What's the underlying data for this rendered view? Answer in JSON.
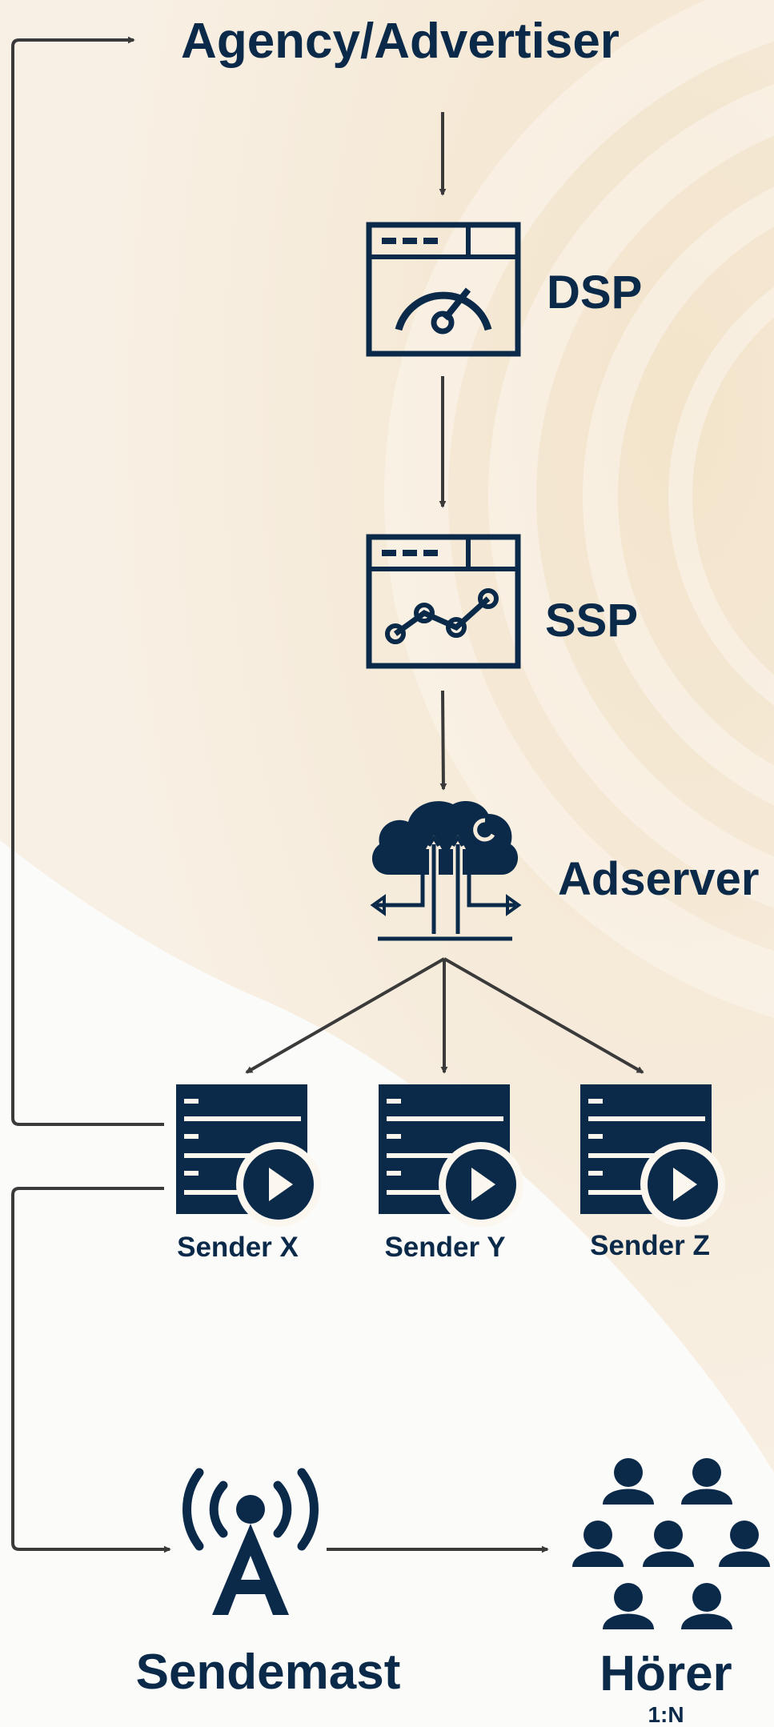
{
  "colors": {
    "ink": "#0b2a4a",
    "arrow": "#3a3a3a",
    "background_light": "#fbfbfa",
    "background_warm": "#f5ead8"
  },
  "nodes": {
    "agency": {
      "label": "Agency/Advertiser"
    },
    "dsp": {
      "label": "DSP",
      "icon": "dashboard-gauge-window-icon"
    },
    "ssp": {
      "label": "SSP",
      "icon": "line-graph-window-icon"
    },
    "adserver": {
      "label": "Adserver",
      "icon": "cloud-upload-arrows-icon"
    },
    "sender_x": {
      "label": "Sender X",
      "icon": "media-server-play-icon"
    },
    "sender_y": {
      "label": "Sender Y",
      "icon": "media-server-play-icon"
    },
    "sender_z": {
      "label": "Sender Z",
      "icon": "media-server-play-icon"
    },
    "sendemast": {
      "label": "Sendemast",
      "icon": "radio-tower-icon"
    },
    "hoerer": {
      "label": "Hörer",
      "sublabel": "1:N",
      "icon": "audience-group-icon"
    }
  },
  "edges": [
    {
      "from": "agency",
      "to": "dsp"
    },
    {
      "from": "dsp",
      "to": "ssp"
    },
    {
      "from": "ssp",
      "to": "adserver"
    },
    {
      "from": "adserver",
      "to": "sender_x"
    },
    {
      "from": "adserver",
      "to": "sender_y"
    },
    {
      "from": "adserver",
      "to": "sender_z"
    },
    {
      "from": "sender_x",
      "to": "agency"
    },
    {
      "from": "sender_x",
      "to": "sendemast"
    },
    {
      "from": "sendemast",
      "to": "hoerer"
    }
  ]
}
